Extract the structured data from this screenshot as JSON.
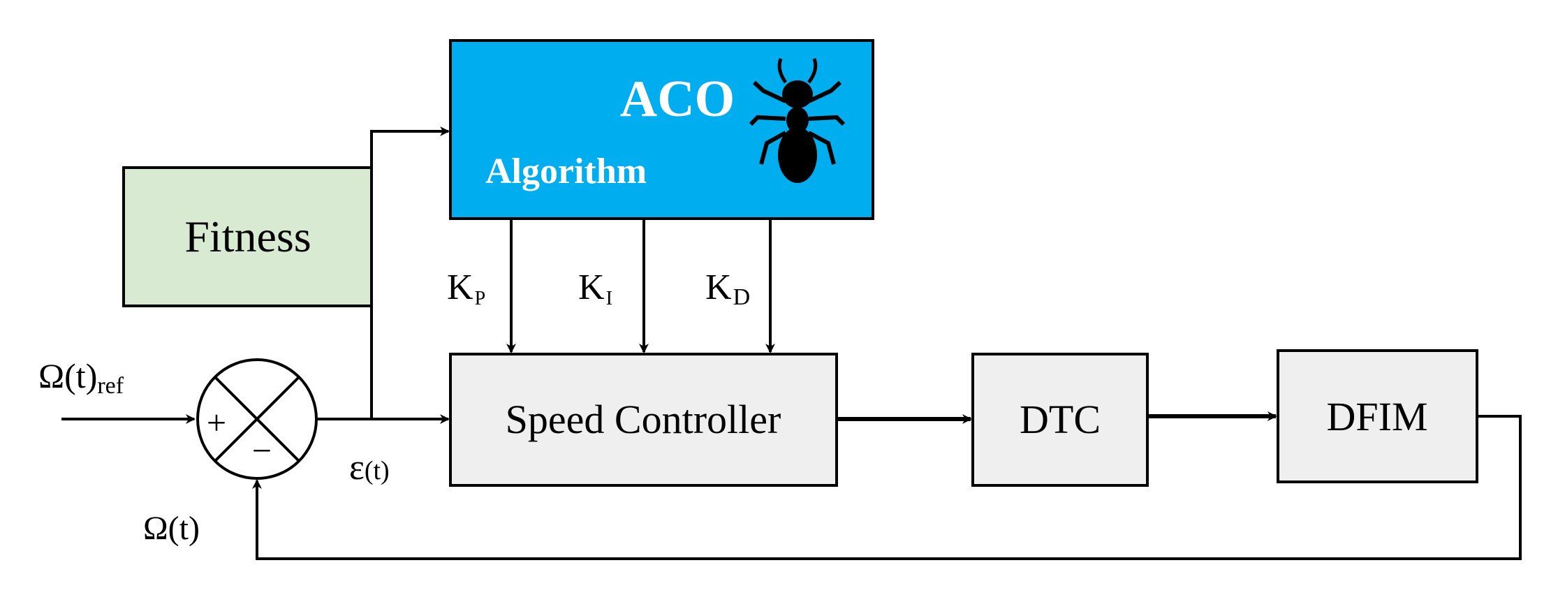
{
  "aco": {
    "title": "ACO",
    "subtitle": "Algorithm",
    "color": "#00AEEF",
    "icon": "ant-icon"
  },
  "fitness": {
    "label": "Fitness",
    "color": "#D9EAD3"
  },
  "gains": {
    "kp": {
      "main": "K",
      "sub": "P"
    },
    "ki": {
      "main": "K",
      "sub": "I"
    },
    "kd": {
      "main": "K",
      "sub": "D"
    }
  },
  "blocks": {
    "speed_controller": "Speed Controller",
    "dtc": "DTC",
    "dfim": "DFIM",
    "block_color": "#EFEFEF"
  },
  "signals": {
    "reference": {
      "main": "Ω(t)",
      "sub": "ref"
    },
    "error": {
      "main": "ε",
      "rest": "(t)"
    },
    "feedback": "Ω(t)",
    "plus": "+",
    "minus": "−"
  }
}
